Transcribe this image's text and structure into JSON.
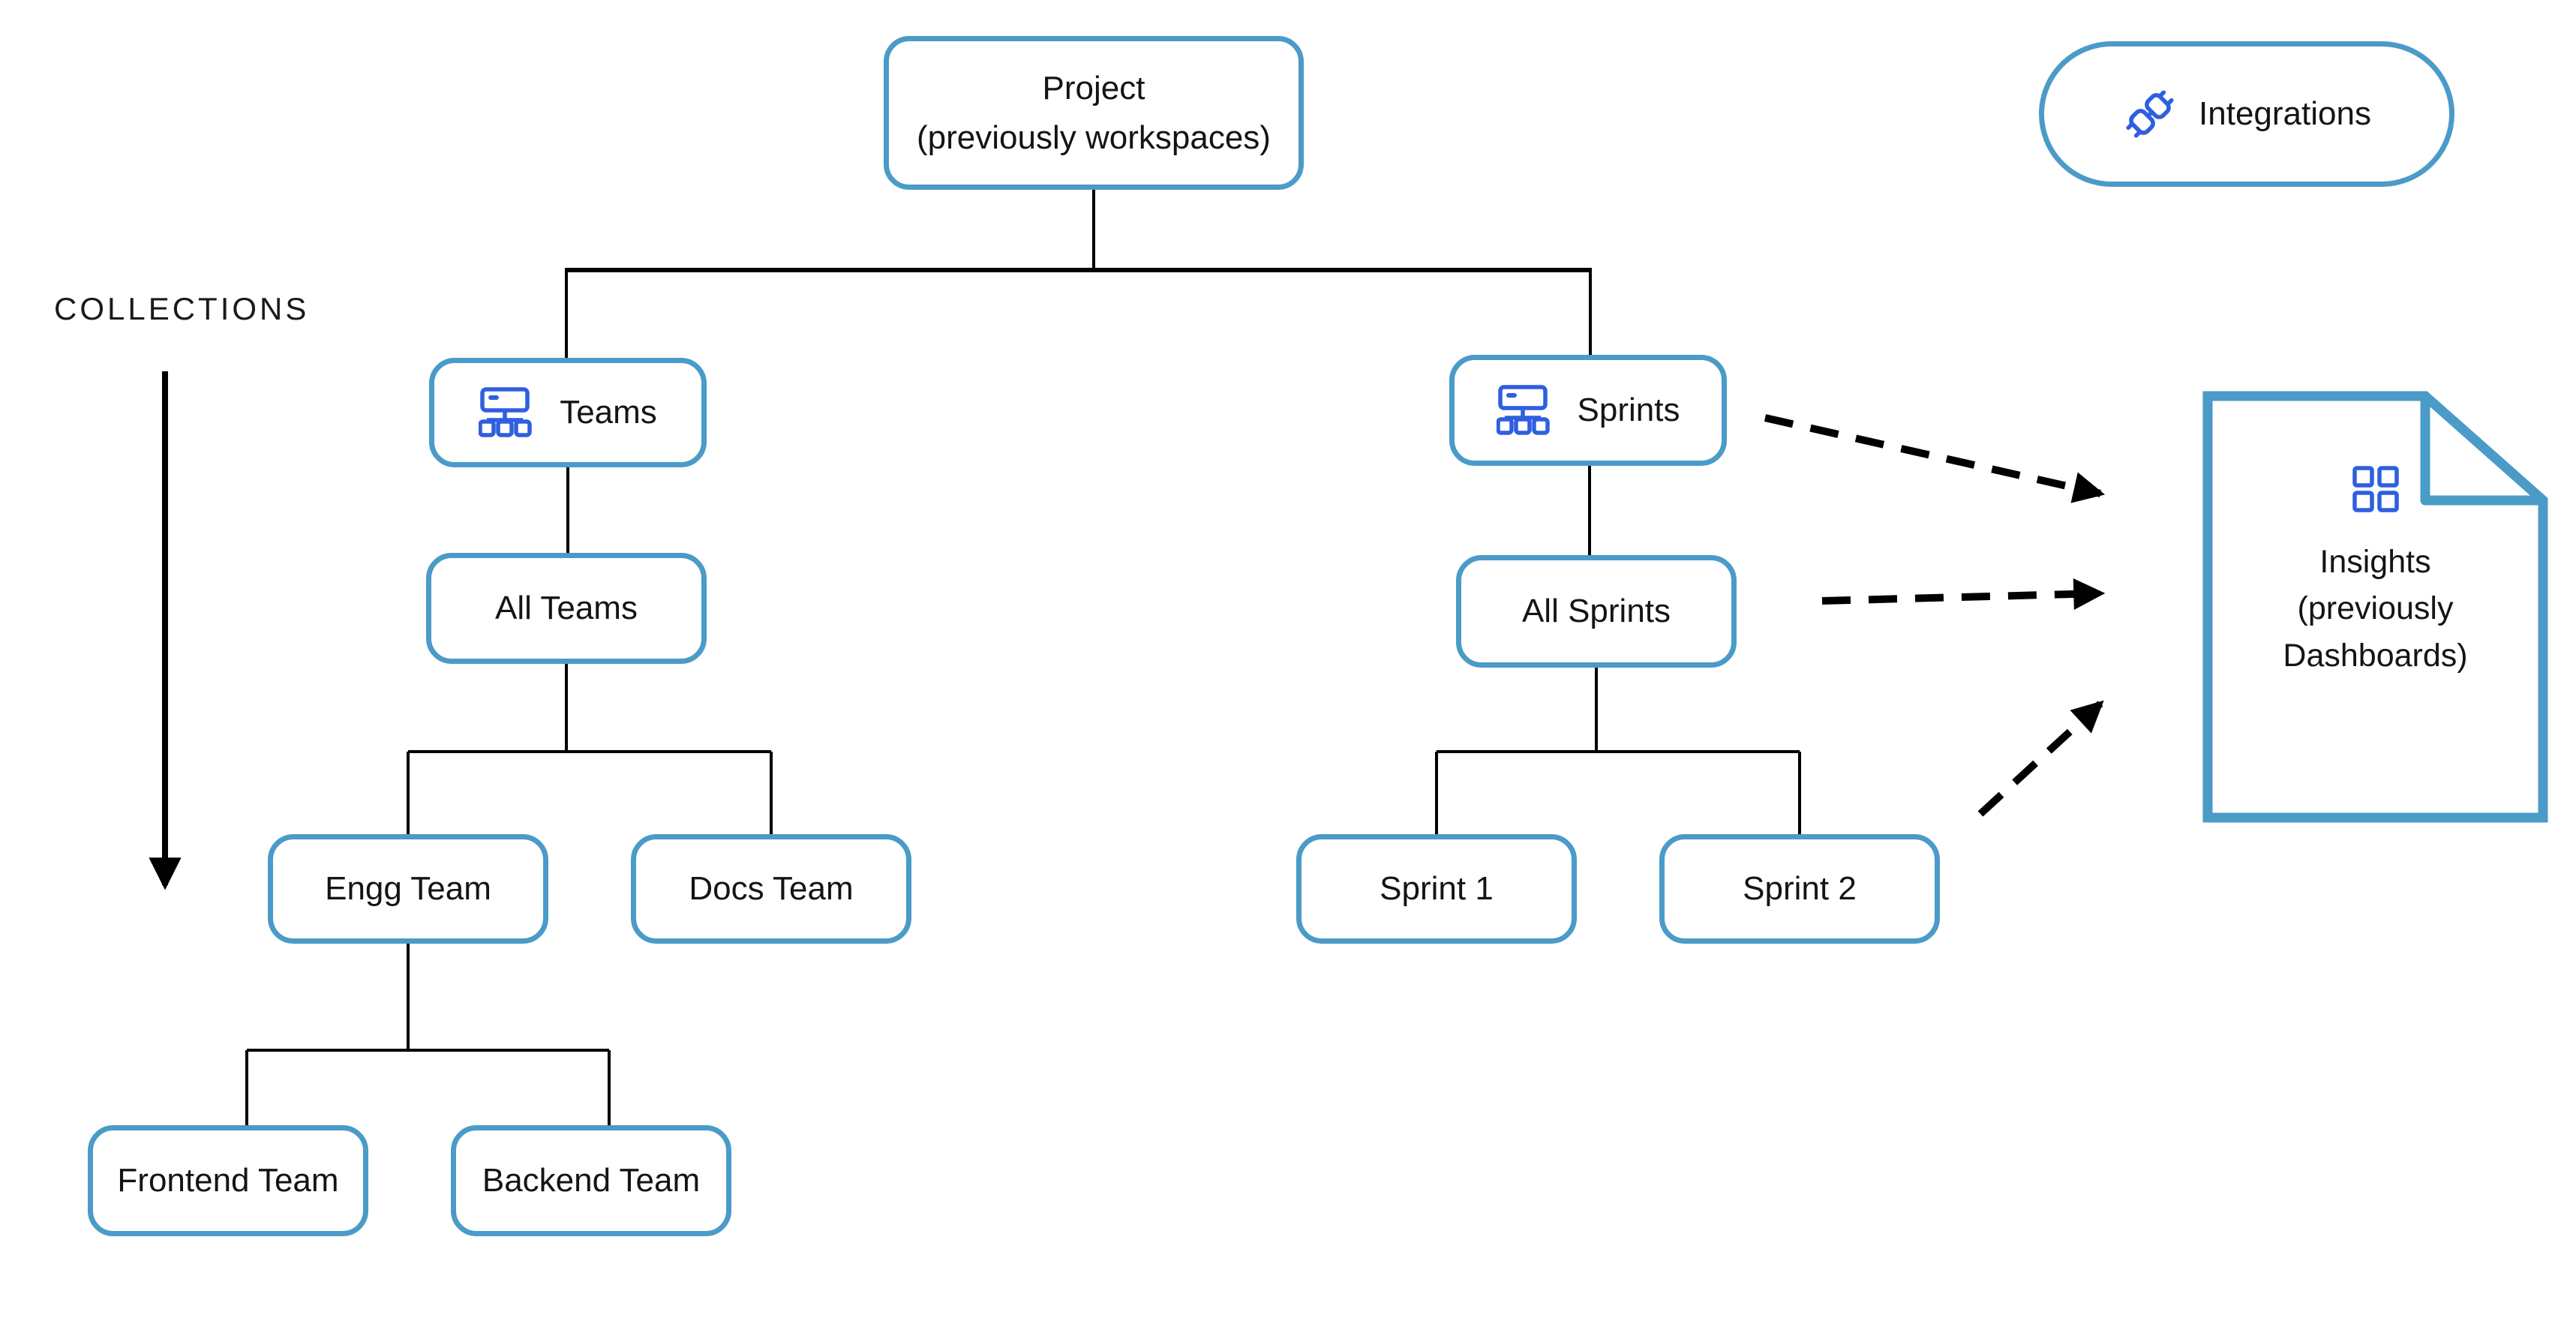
{
  "diagram": {
    "collections_label": "COLLECTIONS",
    "nodes": {
      "project": {
        "line1": "Project",
        "line2": "(previously workspaces)"
      },
      "integrations": {
        "label": "Integrations",
        "icon": "plug-integration-icon"
      },
      "teams": {
        "label": "Teams",
        "icon": "hierarchy-icon"
      },
      "sprints": {
        "label": "Sprints",
        "icon": "hierarchy-icon"
      },
      "all_teams": {
        "label": "All Teams"
      },
      "all_sprints": {
        "label": "All Sprints"
      },
      "engg_team": {
        "label": "Engg Team"
      },
      "docs_team": {
        "label": "Docs Team"
      },
      "sprint_1": {
        "label": "Sprint 1"
      },
      "sprint_2": {
        "label": "Sprint 2"
      },
      "frontend_team": {
        "label": "Frontend Team"
      },
      "backend_team": {
        "label": "Backend Team"
      },
      "insights": {
        "line1": "Insights",
        "line2": "(previously",
        "line3": "Dashboards)",
        "icon": "dashboard-grid-icon"
      }
    },
    "colors": {
      "box_border_blue": "#4a9bc8",
      "icon_blue": "#2f5fe0",
      "connector_black": "#000000",
      "text": "#141414",
      "background": "#ffffff"
    }
  }
}
